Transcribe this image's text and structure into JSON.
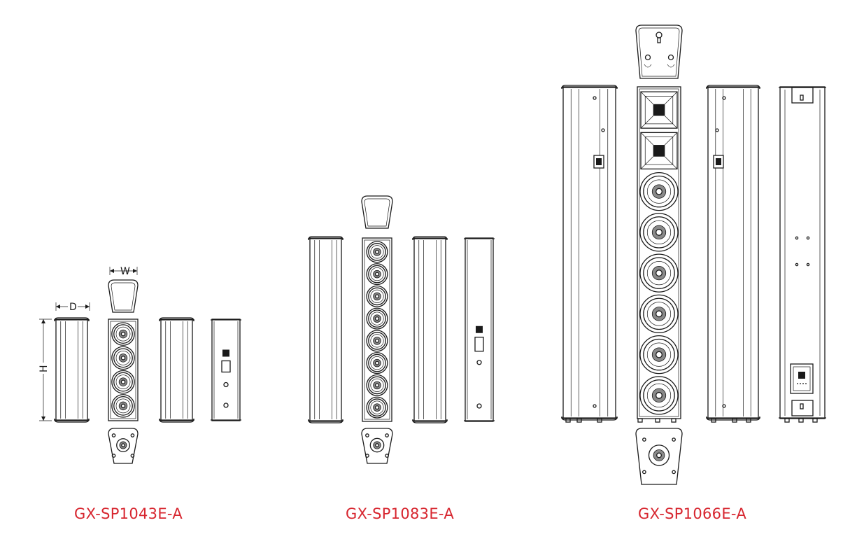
{
  "labels": {
    "model_1": "GX-SP1043E-A",
    "model_2": "GX-SP1083E-A",
    "model_3": "GX-SP1066E-A"
  },
  "dimensions": {
    "width": "W",
    "depth": "D",
    "height": "H"
  },
  "colors": {
    "label": "#d7262f",
    "line": "#1a1a1a"
  },
  "models": [
    {
      "name_ref": "model_1",
      "drivers": 4,
      "driver_type": "woofer"
    },
    {
      "name_ref": "model_2",
      "drivers": 8,
      "driver_type": "woofer"
    },
    {
      "name_ref": "model_3",
      "drivers": 8,
      "driver_type": "2 tweeter + 6 woofer"
    }
  ]
}
